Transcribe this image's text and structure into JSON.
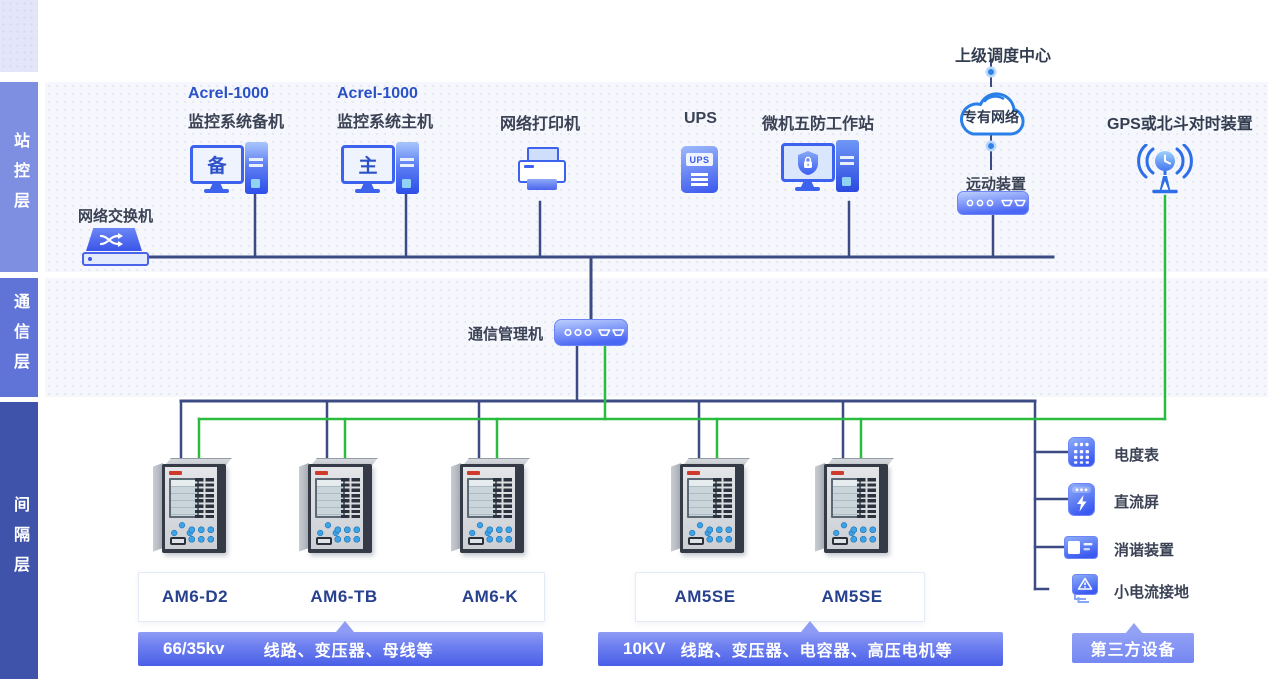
{
  "sidebar": {
    "layers": [
      {
        "label": "站控层"
      },
      {
        "label": "通信层"
      },
      {
        "label": "间隔层"
      }
    ]
  },
  "station": {
    "backup_computer": {
      "title": "Acrel-1000",
      "subtitle": "监控系统备机",
      "screen_char": "备"
    },
    "main_computer": {
      "title": "Acrel-1000",
      "subtitle": "监控系统主机",
      "screen_char": "主"
    },
    "printer": {
      "label": "网络打印机"
    },
    "ups": {
      "label": "UPS",
      "badge": "UPS"
    },
    "workstation": {
      "label": "微机五防工作站"
    },
    "switch": {
      "label": "网络交换机"
    },
    "dispatch_center": {
      "label": "上级调度中心"
    },
    "cloud": {
      "label": "专有网络"
    },
    "rtu": {
      "label": "远动装置"
    },
    "gps": {
      "label": "GPS或北斗对时装置"
    }
  },
  "comm": {
    "gateway": {
      "label": "通信管理机"
    }
  },
  "bay": {
    "group1": {
      "devices": [
        "AM6-D2",
        "AM6-TB",
        "AM6-K"
      ],
      "voltage": "66/35kv",
      "banner": "线路、变压器、母线等"
    },
    "group2": {
      "devices": [
        "AM5SE",
        "AM5SE"
      ],
      "voltage": "10KV",
      "banner": "线路、变压器、电容器、高压电机等"
    },
    "third_party": {
      "items": [
        "电度表",
        "直流屏",
        "消谐装置",
        "小电流接地"
      ],
      "banner": "第三方设备"
    }
  },
  "icons": {
    "switch": "shuffle-arrows",
    "cloud": "network-cloud",
    "gps": "antenna-clock",
    "meter": "keypad-meter",
    "dc_panel": "lightning-cabinet",
    "harmonic": "panel-screen",
    "grounding": "warning-monitor"
  },
  "colors": {
    "network_bus": "#3d4b85",
    "serial_bus": "#2abc3f",
    "accent_blue": "#3d63ee",
    "banner_top": "#8e9cf5",
    "banner_bottom": "#4a5fe8",
    "sidebar_station": "#7e8fe2",
    "sidebar_comm": "#5f74d6",
    "sidebar_bay": "#3f53ab"
  }
}
